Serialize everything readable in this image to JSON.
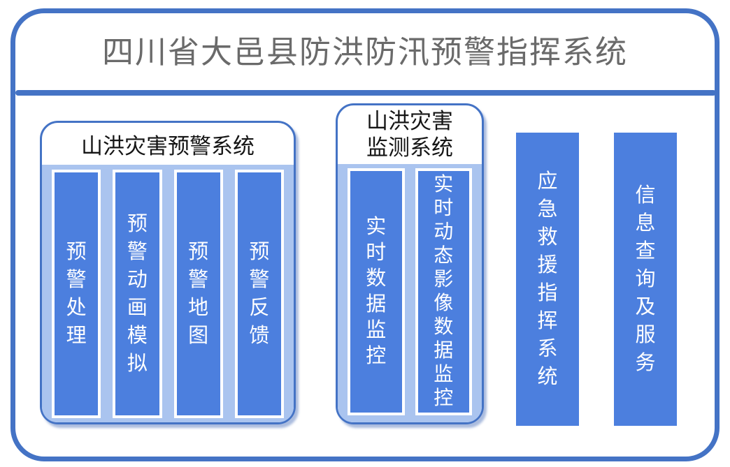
{
  "title": "四川省大邑县防洪防汛预警指挥系统",
  "groups": [
    {
      "label": "山洪灾害预警系统",
      "bars": [
        {
          "label": "预警处理"
        },
        {
          "label": "预警动画模拟"
        },
        {
          "label": "预警地图"
        },
        {
          "label": "预警反馈"
        }
      ]
    },
    {
      "label": "山洪灾害\n监测系统",
      "bars": [
        {
          "label": "实时数据监控"
        },
        {
          "label": "实时动态影像数据监控"
        }
      ]
    }
  ],
  "standalone_bars": [
    {
      "label": "应急救援指挥系统"
    },
    {
      "label": "信息查询及服务"
    }
  ],
  "colors": {
    "frame_blue": "#4473C5",
    "bar_blue": "#4C7FDE",
    "panel_blue": "#AAC4EF",
    "title_gray": "#6A6A6A"
  }
}
